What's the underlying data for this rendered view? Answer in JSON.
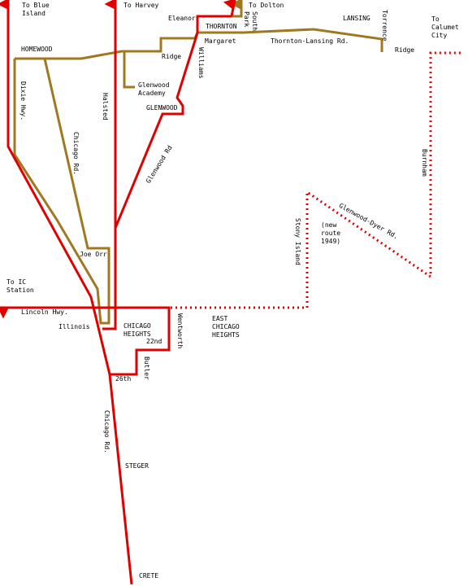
{
  "colors": {
    "red_routes": "#e00000",
    "brown_routes": "#a07820",
    "planned_route": "#e00000"
  },
  "destinations": {
    "blue_island": "To Blue\nIsland",
    "harvey": "To Harvey",
    "dolton": "To Dolton",
    "calumet_city": "To\nCalumet\nCity",
    "ic_station": "To IC\nStation"
  },
  "towns": {
    "homewood": "HOMEWOOD",
    "thornton": "THORNTON",
    "lansing": "LANSING",
    "glenwood": "GLENWOOD",
    "chicago_heights": "CHICAGO\nHEIGHTS",
    "east_chicago_heights": "EAST\nCHICAGO\nHEIGHTS",
    "steger": "STEGER",
    "crete": "CRETE"
  },
  "streets": {
    "eleanor": "Eleanor",
    "south_park": "South\nPark",
    "torrence": "Torrence",
    "margaret": "Margaret",
    "thornton_lansing": "Thornton-Lansing Rd.",
    "ridge_center": "Ridge",
    "ridge_east": "Ridge",
    "williams": "Williams",
    "halsted": "Halsted",
    "dixie": "Dixie Hwy.",
    "chicago_rd_north": "Chicago Rd.",
    "chicago_rd_south": "Chicago Rd.",
    "glenwood_rd": "Glenwood Rd",
    "glenwood_academy": "Glenwood\nAcademy",
    "joe_orr": "Joe Orr",
    "lincoln_hwy": "Lincoln Hwy.",
    "illinois": "Illinois",
    "wentworth": "Wentworth",
    "twenty_second": "22nd",
    "butler": "Butler",
    "twenty_sixth": "26th",
    "burnham": "Burnham",
    "stony_island": "Stony Island",
    "glenwood_dyer": "Glenwood-Dyer Rd."
  },
  "notes": {
    "new_route": "(new\nroute\n1949)"
  }
}
